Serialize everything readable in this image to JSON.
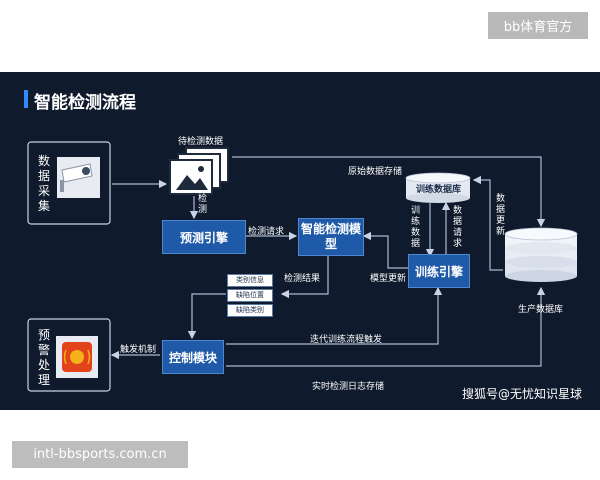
{
  "watermarks": {
    "top": "bb体育官方",
    "bottom": "intl-bbsports.com.cn"
  },
  "diagram": {
    "title": "智能检测流程",
    "credit": "搜狐号@无忧知识星球",
    "side_boxes": {
      "data_collection": "数据采集",
      "alert": "预警处理"
    },
    "nodes": {
      "prediction_engine": "预测引擎",
      "detection_model": "智能检测模型",
      "training_engine": "训练引擎",
      "control_module": "控制模块",
      "training_db": "训练数据库",
      "production_db": "生产数据库"
    },
    "result_items": [
      "类别信息",
      "缺陷位置",
      "缺陷类别"
    ],
    "labels": {
      "pending_data": "待检测数据",
      "detect": "检测",
      "raw_storage": "原始数据存储",
      "detect_request": "检测请求",
      "detect_result": "检测结果",
      "model_update": "模型更新",
      "train_data": "训练数据",
      "data_request": "数据请求",
      "data_update": "数据更新",
      "trigger": "触发机制",
      "iterate": "迭代训练流程触发",
      "realtime_log": "实时检测日志存储"
    },
    "colors": {
      "background": "#0f1a2c",
      "node": "#1f5aa8",
      "accent": "#2f8bff",
      "line": "#a9b9cf"
    }
  }
}
